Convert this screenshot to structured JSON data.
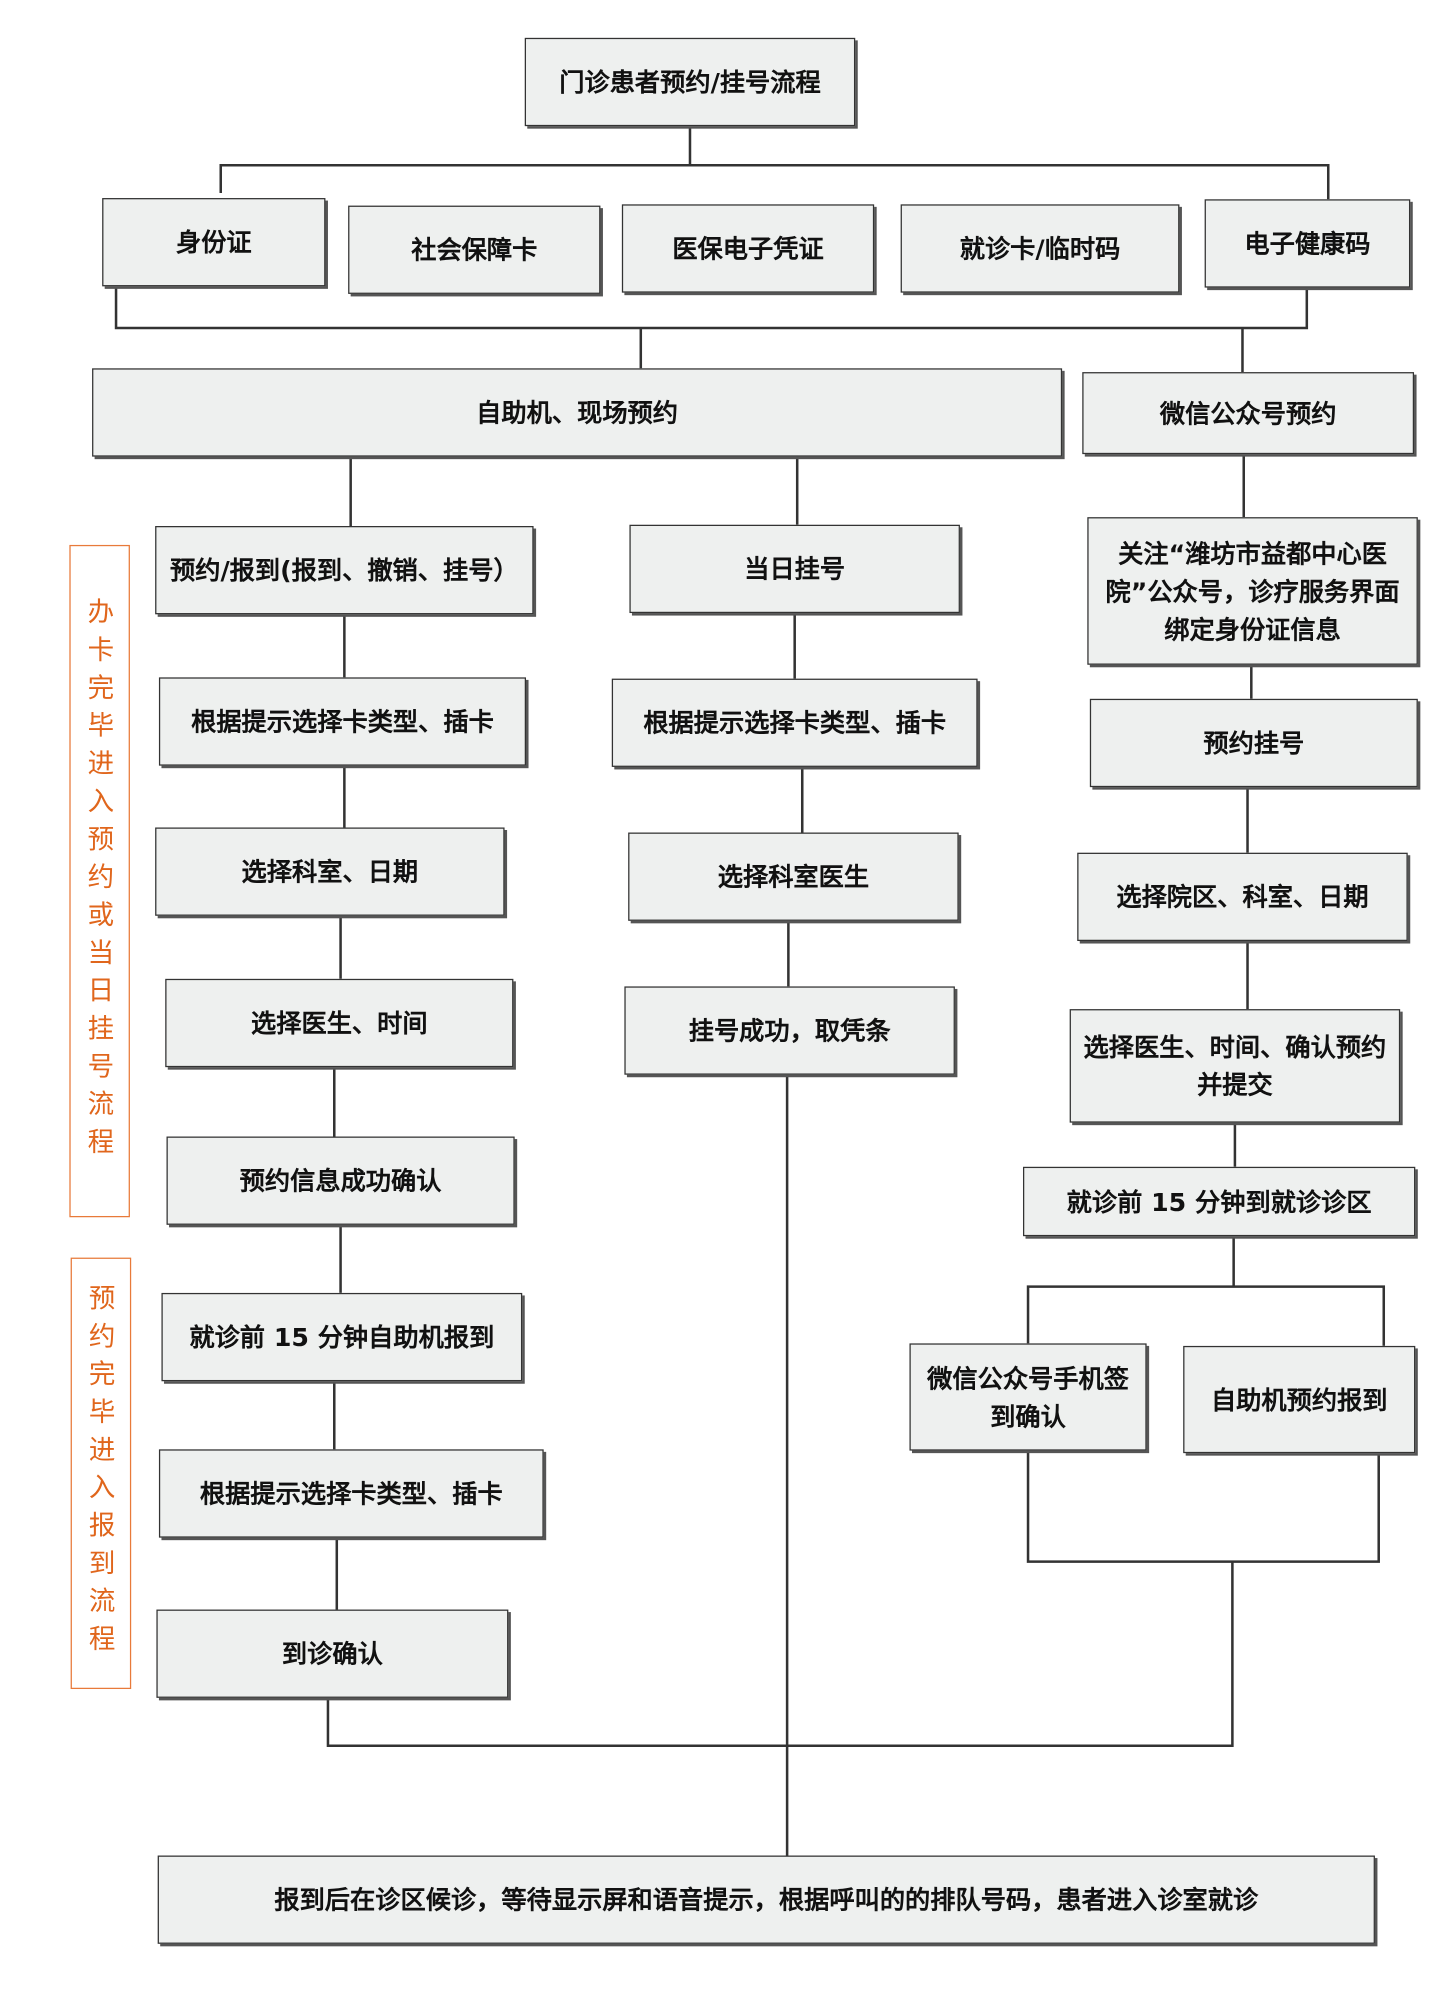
{
  "title": "门诊患者预约/挂号流程",
  "id_types": [
    "身份证",
    "社会保障卡",
    "医保电子凭证",
    "就诊卡/临时码",
    "电子健康码"
  ],
  "channels": {
    "onsite": "自助机、现场预约",
    "wechat": "微信公众号预约"
  },
  "left_flow": [
    "预约/报到(报到、撤销、挂号）",
    "根据提示选择卡类型、插卡",
    "选择科室、日期",
    "选择医生、时间",
    "预约信息成功确认",
    "就诊前 15 分钟自助机报到",
    "根据提示选择卡类型、插卡",
    "到诊确认"
  ],
  "middle_flow": [
    "当日挂号",
    "根据提示选择卡类型、插卡",
    "选择科室医生",
    "挂号成功，取凭条"
  ],
  "right_flow": [
    "关注“潍坊市益都中心医院”公众号，诊疗服务界面绑定身份证信息",
    "预约挂号",
    "选择院区、科室、日期",
    "选择医生、时间、确认预约并提交",
    "就诊前 15 分钟到就诊诊区",
    "微信公众号手机签到确认",
    "自助机预约报到"
  ],
  "side_labels": [
    "办卡完毕进入预约或当日挂号流程",
    "预约完毕进入报到流程"
  ],
  "final": "报到后在诊区候诊，等待显示屏和语音提示，根据呼叫的的排队号码，患者进入诊室就诊"
}
